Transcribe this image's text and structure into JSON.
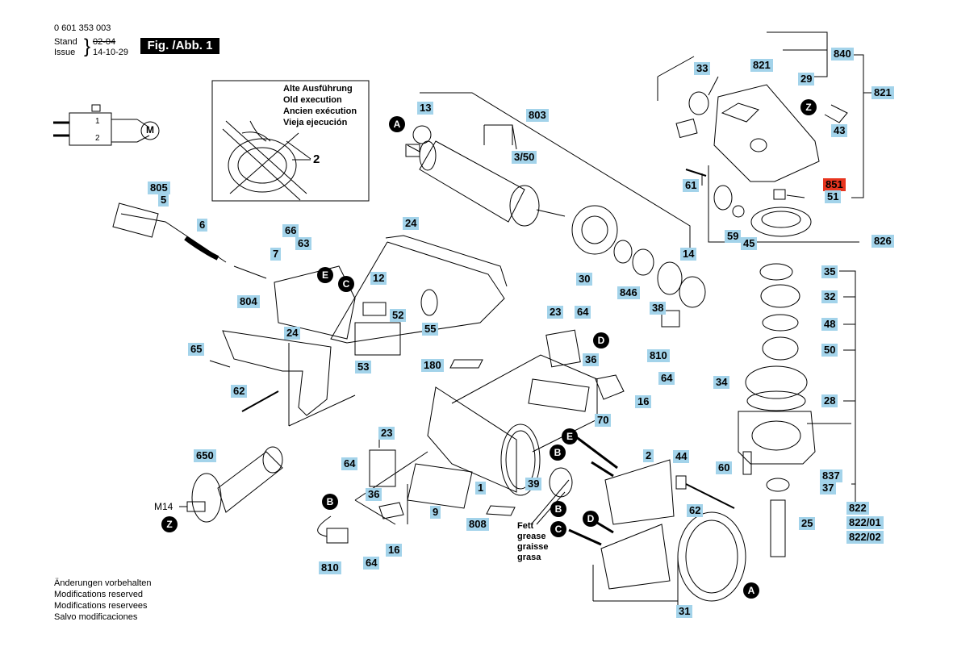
{
  "header": {
    "part_number": "0 601 353 003",
    "stand_label": "Stand",
    "stand_value": "02-04",
    "issue_label": "Issue",
    "issue_value": "14-10-29",
    "figure_title": "Fig. /Abb. 1"
  },
  "inset": {
    "lines": [
      "Alte Ausführung",
      "Old execution",
      "Ancien exécution",
      "Vieja ejecución"
    ],
    "part": "2"
  },
  "footer": [
    "Änderungen vorbehalten",
    "Modifications reserved",
    "Modifications reservees",
    "Salvo modificaciones"
  ],
  "grease_note": [
    "Fett",
    "grease",
    "graisse",
    "grasa"
  ],
  "motor_symbol": "M",
  "switch_contacts": [
    "1",
    "2"
  ],
  "thread_label": "M14",
  "highlight_color": "#e8351f",
  "label_color": "#a3d3ea",
  "labels": {
    "l840": "840",
    "l821a": "821",
    "l29": "29",
    "l821b": "821",
    "l33": "33",
    "l43": "43",
    "l851": "851",
    "l51": "51",
    "l61": "61",
    "l59": "59",
    "l45": "45",
    "l826": "826",
    "l13": "13",
    "l803": "803",
    "l350": "3/50",
    "l805": "805",
    "l5": "5",
    "l6": "6",
    "l66": "66",
    "l63": "63",
    "l7": "7",
    "l24a": "24",
    "l12": "12",
    "l804": "804",
    "l52": "52",
    "l55": "55",
    "l30": "30",
    "l846": "846",
    "l14": "14",
    "l38": "38",
    "l65": "65",
    "l24b": "24",
    "l53": "53",
    "l23a": "23",
    "l64a": "64",
    "l36a": "36",
    "l810a": "810",
    "l64b": "64",
    "l16a": "16",
    "l180": "180",
    "l70": "70",
    "l62a": "62",
    "l35": "35",
    "l32": "32",
    "l48": "48",
    "l50": "50",
    "l34": "34",
    "l28": "28",
    "l650": "650",
    "l23b": "23",
    "l64c": "64",
    "l2": "2",
    "l44": "44",
    "l60": "60",
    "l837": "837",
    "l37": "37",
    "l39": "39",
    "l1": "1",
    "l36b": "36",
    "l9": "9",
    "l62b": "62",
    "l822": "822",
    "l82201": "822/01",
    "l82202": "822/02",
    "l808": "808",
    "l25": "25",
    "l16b": "16",
    "l810b": "810",
    "l64d": "64",
    "l31": "31"
  },
  "markers": {
    "a1": "A",
    "a2": "A",
    "b1": "B",
    "b2": "B",
    "b3": "B",
    "c1": "C",
    "c2": "C",
    "d1": "D",
    "d2": "D",
    "e1": "E",
    "e2": "E",
    "z1": "Z",
    "z2": "Z"
  }
}
